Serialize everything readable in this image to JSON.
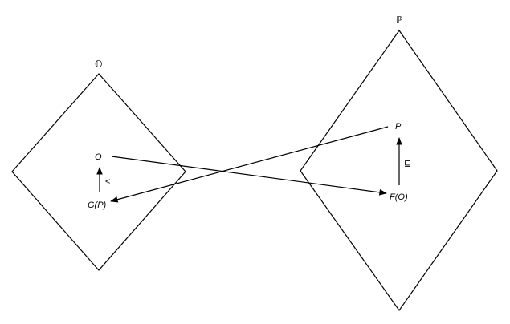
{
  "sets": {
    "left": {
      "label": "𝕆"
    },
    "right": {
      "label": "ℙ"
    }
  },
  "nodes": {
    "o": "O",
    "gp": "G(P)",
    "p": "P",
    "fo": "F(O)"
  },
  "relations": {
    "left": "≤",
    "right": "⊑"
  },
  "colors": {
    "stroke": "#000000",
    "background": "#ffffff"
  }
}
